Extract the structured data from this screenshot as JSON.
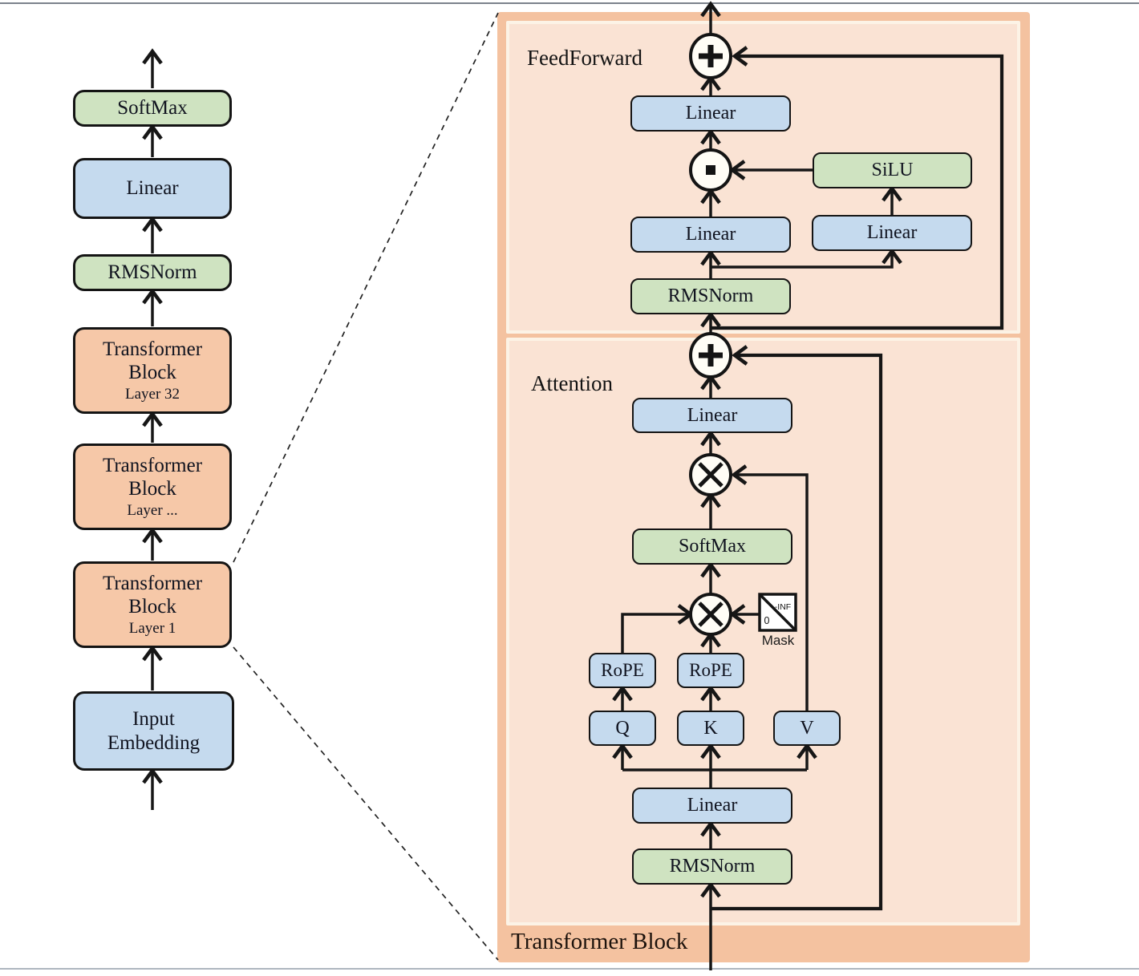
{
  "left_column": {
    "softmax_label": "SoftMax",
    "linear_label": "Linear",
    "rmsnorm_label": "RMSNorm",
    "transformer_block_title": "Transformer\nBlock",
    "layer_32": "Layer 32",
    "layer_dots": "Layer ...",
    "layer_1": "Layer 1",
    "input_embedding_label": "Input\nEmbedding"
  },
  "detail_panel": {
    "block_caption": "Transformer Block",
    "feedforward": {
      "section_label": "FeedForward",
      "linear_out": "Linear",
      "silu": "SiLU",
      "linear_gate": "Linear",
      "linear_up": "Linear",
      "rmsnorm": "RMSNorm"
    },
    "attention": {
      "section_label": "Attention",
      "linear_out": "Linear",
      "softmax": "SoftMax",
      "rope_q": "RoPE",
      "rope_k": "RoPE",
      "q": "Q",
      "k": "K",
      "v": "V",
      "linear_qkv": "Linear",
      "rmsnorm": "RMSNorm",
      "mask": {
        "label": "Mask",
        "upper": "-INF",
        "lower": "0"
      }
    }
  },
  "colors": {
    "green": "#cfe3c1",
    "blue": "#c5daee",
    "orange": "#f6c8a8",
    "frame": "#f4c2a0",
    "panel": "#fae3d4",
    "cream": "#fcf3e6",
    "line": "#161616"
  }
}
